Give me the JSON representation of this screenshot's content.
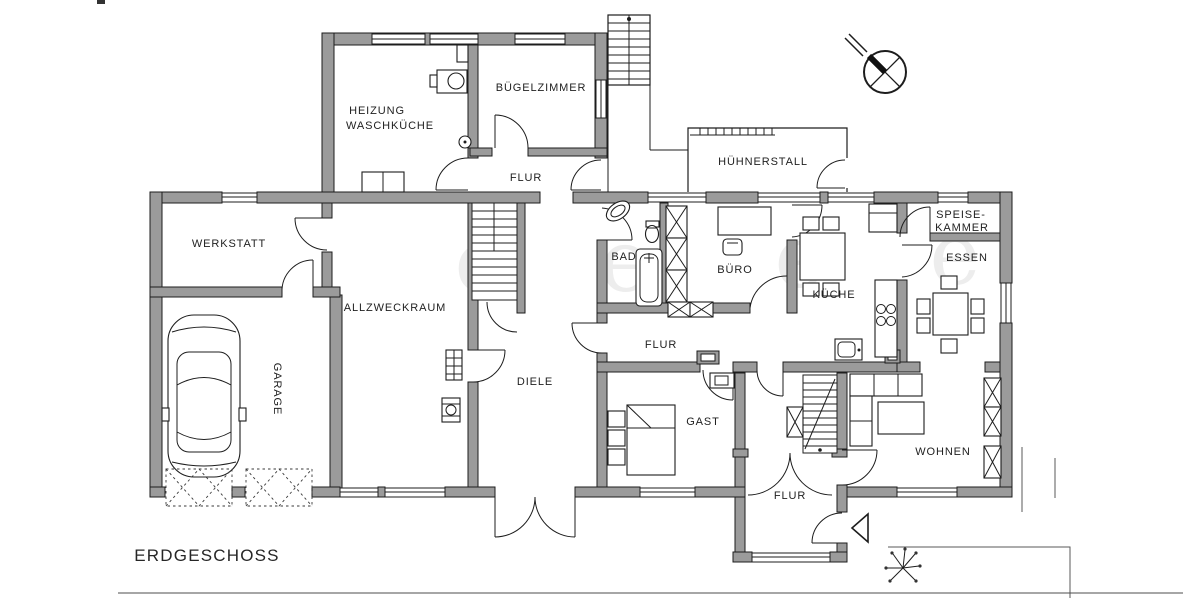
{
  "meta": {
    "drawing_type": "floor-plan",
    "floor": "ground floor"
  },
  "title": "ERDGESCHOSS",
  "labels": {
    "heizung_line1": "HEIZUNG",
    "heizung_line2": "WASCHKÜCHE",
    "buegelzimmer": "BÜGELZIMMER",
    "flur_top": "FLUR",
    "huehnerstall": "HÜHNERSTALL",
    "werkstatt": "WERKSTATT",
    "allzweckraum": "ALLZWECKRAUM",
    "garage": "GARAGE",
    "speisekammer_line1": "SPEISE-",
    "speisekammer_line2": "KAMMER",
    "essen": "ESSEN",
    "kueche": "KÜCHE",
    "bad": "BAD",
    "buero": "BÜRO",
    "diele": "DIELE",
    "gast": "GAST",
    "wohnen": "WOHNEN",
    "flur_mid": "FLUR",
    "flur_entry": "FLUR"
  },
  "watermark": {
    "letter": "e"
  },
  "colors": {
    "wall_fill": "#9b9b9b",
    "line": "#1d1d1d",
    "background": "#ffffff",
    "text": "#1f1f1f",
    "watermark": "#ededed"
  },
  "icons": [
    "compass-icon",
    "car-icon",
    "tree-icon",
    "staircase",
    "bathtub",
    "toilet",
    "washbasin",
    "washing-machine",
    "bed",
    "sofa",
    "coffee-table",
    "dining-table",
    "chair",
    "stove",
    "kitchen-sink",
    "desk",
    "office-chair",
    "wardrobe",
    "radiator",
    "chimney",
    "door-arc",
    "window",
    "entrance-arrow",
    "garage-door"
  ]
}
